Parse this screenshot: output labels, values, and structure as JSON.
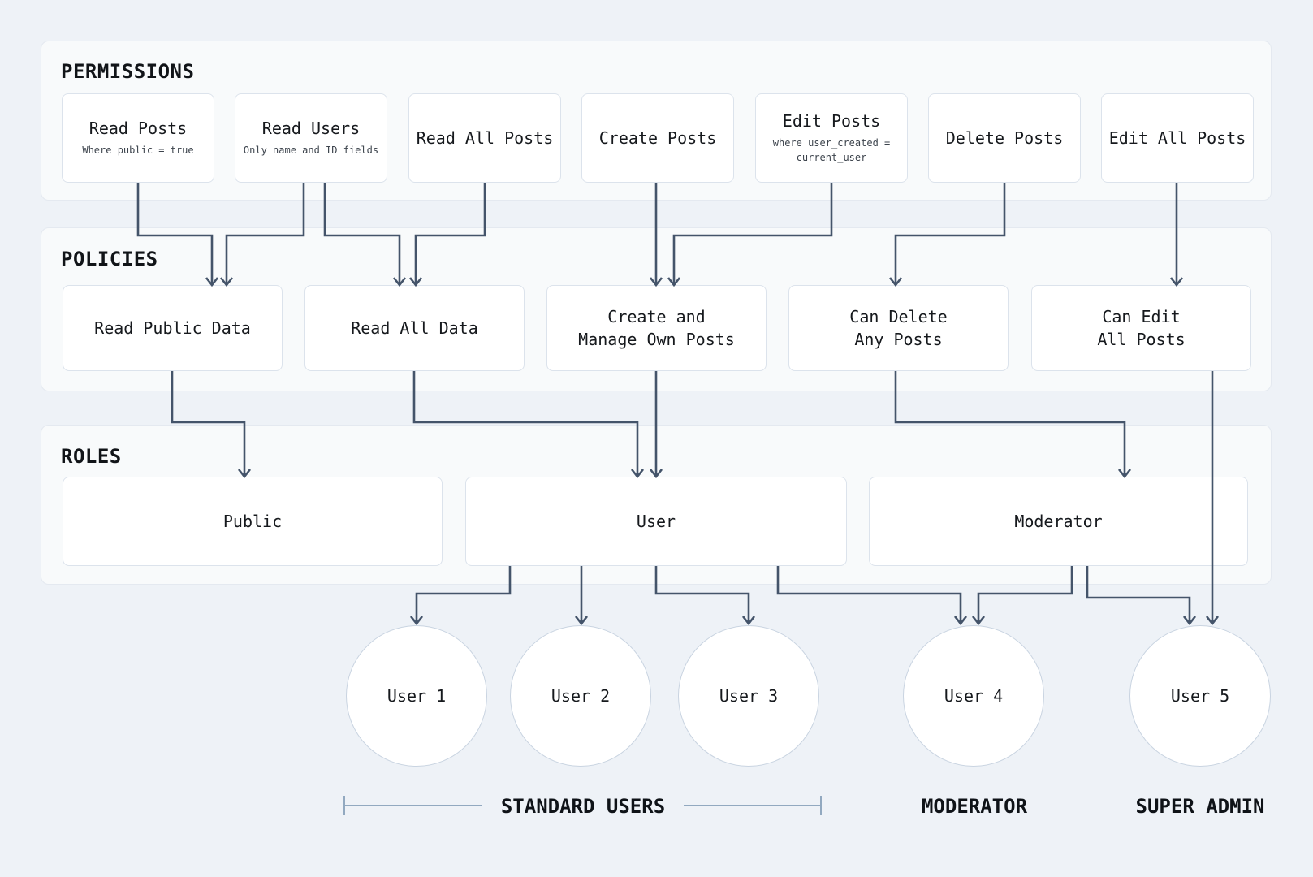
{
  "sections": {
    "permissions": {
      "label": "PERMISSIONS",
      "items": [
        {
          "title": "Read Posts",
          "subtitle": "Where public = true"
        },
        {
          "title": "Read Users",
          "subtitle": "Only name and ID fields"
        },
        {
          "title": "Read All Posts"
        },
        {
          "title": "Create Posts"
        },
        {
          "title": "Edit Posts",
          "subtitle": "where user_created = current_user"
        },
        {
          "title": "Delete Posts"
        },
        {
          "title": "Edit All Posts"
        }
      ]
    },
    "policies": {
      "label": "POLICIES",
      "items": [
        {
          "lines": [
            "Read Public Data"
          ]
        },
        {
          "lines": [
            "Read All Data"
          ]
        },
        {
          "lines": [
            "Create and",
            "Manage Own Posts"
          ]
        },
        {
          "lines": [
            "Can Delete",
            "Any Posts"
          ]
        },
        {
          "lines": [
            "Can Edit",
            "All Posts"
          ]
        }
      ]
    },
    "roles": {
      "label": "ROLES",
      "items": [
        {
          "label": "Public"
        },
        {
          "label": "User"
        },
        {
          "label": "Moderator"
        }
      ]
    }
  },
  "users": [
    {
      "label": "User 1"
    },
    {
      "label": "User 2"
    },
    {
      "label": "User 3"
    },
    {
      "label": "User 4"
    },
    {
      "label": "User 5"
    }
  ],
  "groups": {
    "standard_users": "STANDARD USERS",
    "moderator": "MODERATOR",
    "super_admin": "SUPER ADMIN"
  },
  "colors": {
    "page_bg": "#eef2f7",
    "panel_bg": "#f8fafb",
    "panel_border": "#e4e9f0",
    "node_bg": "#ffffff",
    "node_border": "#dce3ec",
    "circle_border": "#c9d4e1",
    "arrow": "#44546a",
    "text": "#16191d",
    "subtext": "#3c434c",
    "bracket": "#92a9c0"
  }
}
